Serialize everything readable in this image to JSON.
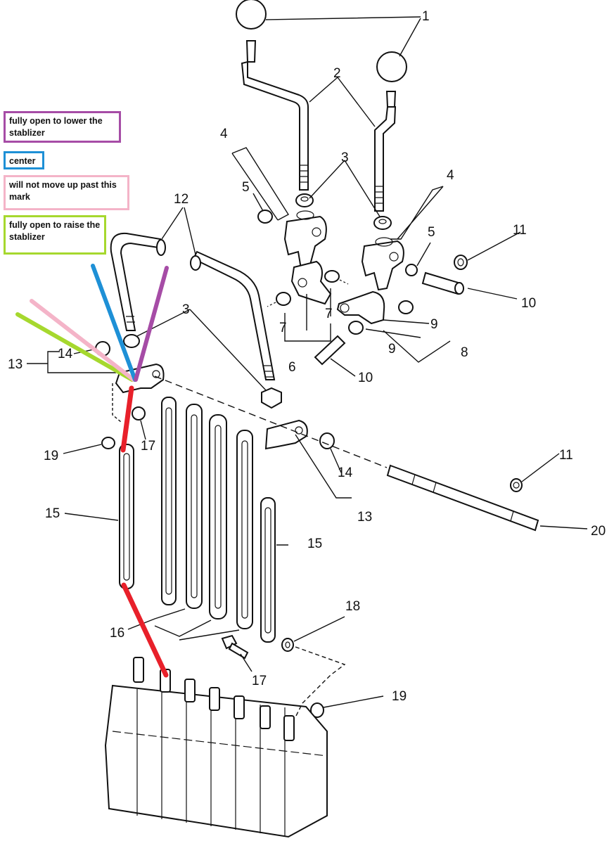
{
  "annotations": [
    {
      "id": "lower",
      "text": "fully open to lower the stablizer",
      "color": "#a64ca6"
    },
    {
      "id": "center",
      "text": "center",
      "color": "#1e90d6"
    },
    {
      "id": "limit",
      "text": "will not move up past this mark",
      "color": "#f4b4c8"
    },
    {
      "id": "raise",
      "text": "fully open to raise the stablizer",
      "color": "#a6d82e"
    }
  ],
  "indicator_color": "#e8202a",
  "part_labels": {
    "p1": "1",
    "p2": "2",
    "p3a": "3",
    "p3b": "3",
    "p4a": "4",
    "p4b": "4",
    "p5a": "5",
    "p5b": "5",
    "p6": "6",
    "p7a": "7",
    "p7b": "7",
    "p8": "8",
    "p9a": "9",
    "p9b": "9",
    "p10a": "10",
    "p10b": "10",
    "p11a": "11",
    "p11b": "11",
    "p12": "12",
    "p13a": "13",
    "p13b": "13",
    "p14a": "14",
    "p14b": "14",
    "p15a": "15",
    "p15b": "15",
    "p16": "16",
    "p17a": "17",
    "p17b": "17",
    "p18": "18",
    "p19a": "19",
    "p19b": "19",
    "p20": "20"
  }
}
